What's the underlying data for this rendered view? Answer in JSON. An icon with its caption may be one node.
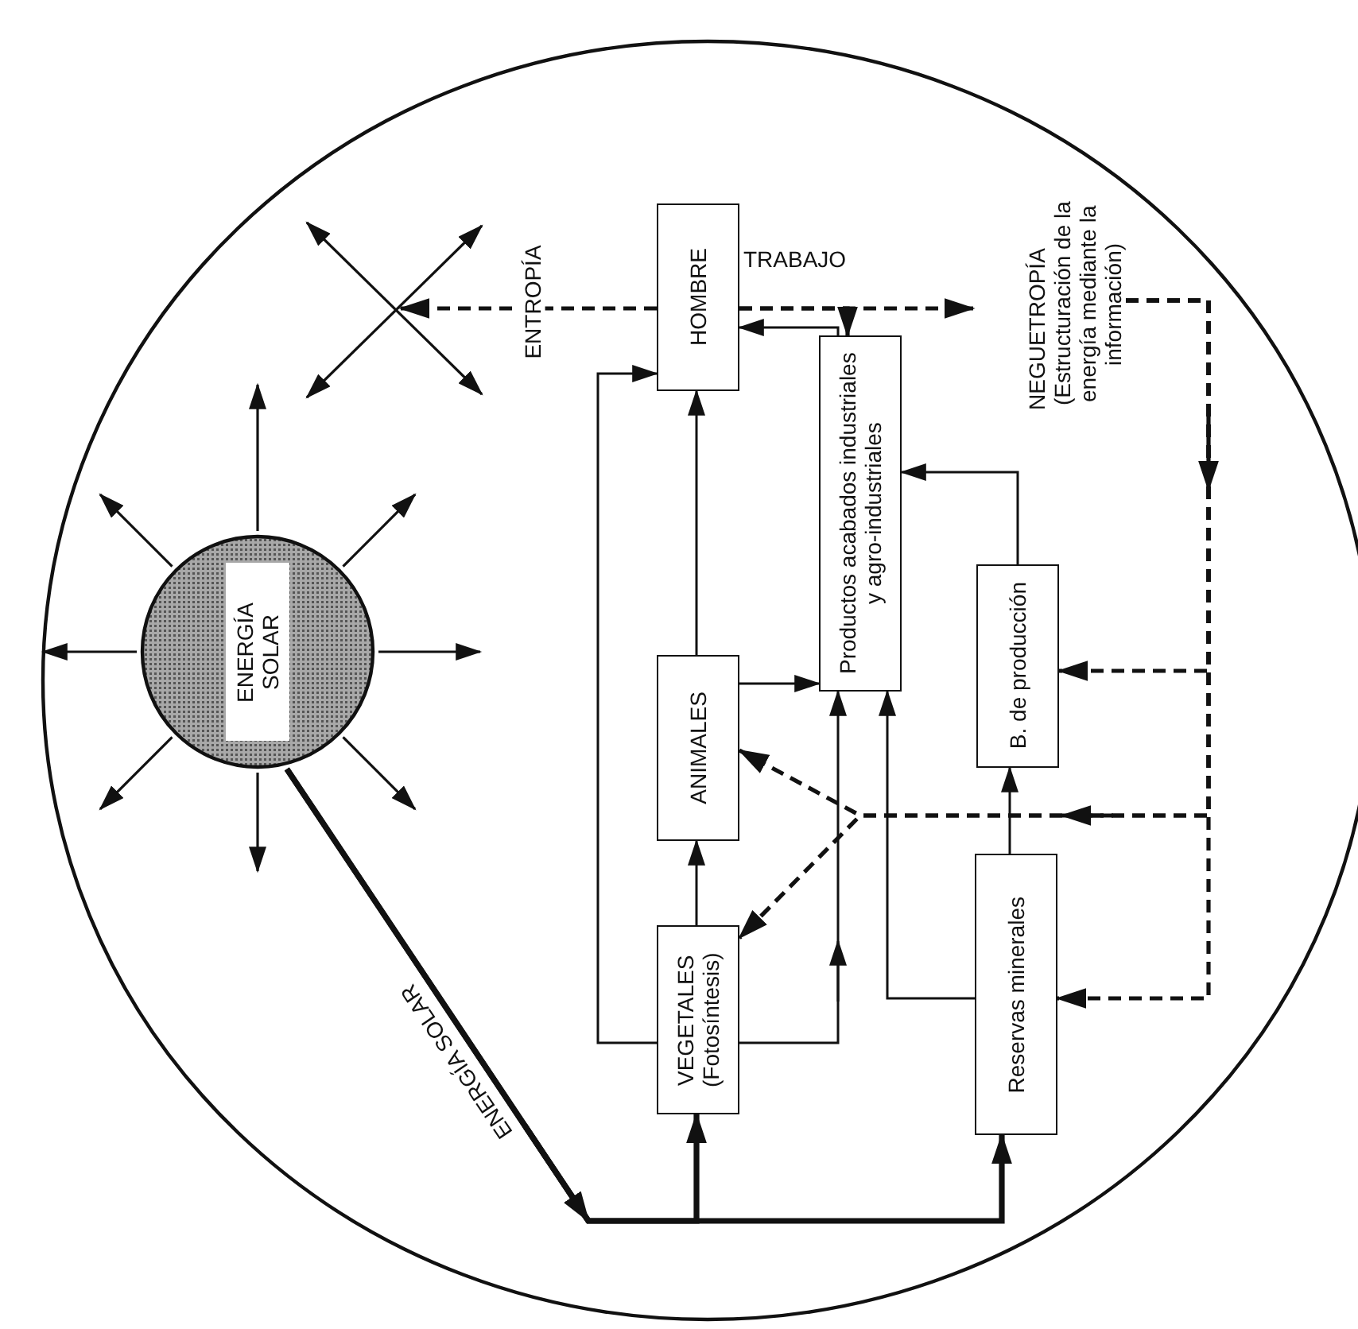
{
  "diagram": {
    "nodes": [
      {
        "text": [
          "ENERGÍA SOLAR"
        ]
      },
      {
        "text": [
          "HOMBRE"
        ]
      },
      {
        "text": [
          "Productos acabados industriales y agro-industriales"
        ]
      },
      {
        "text": [
          "NEGUETROPÍA",
          "(Estructuración de la energía mediante la información)"
        ]
      },
      {
        "text": [
          "ANIMALES"
        ]
      },
      {
        "text": [
          "B. de producción"
        ]
      },
      {
        "text": [
          "VEGETALES (Fotosíntesis)"
        ]
      },
      {
        "text": [
          "Reservas minerales"
        ]
      }
    ],
    "edges": [
      {
        "from": 1,
        "to": null,
        "arrow": "to",
        "label": "ENTROPÍA",
        "style": "dashed"
      },
      {
        "from": 1,
        "to": 3,
        "arrow": "to",
        "label": "TRABAJO",
        "style": "dashed"
      },
      {
        "from": 1,
        "to": 2,
        "arrow": "to",
        "style": "dashed"
      },
      {
        "from": 2,
        "to": 1,
        "arrow": "to"
      },
      {
        "from": 4,
        "to": 1,
        "arrow": "to"
      },
      {
        "from": 6,
        "to": 4,
        "arrow": "to"
      },
      {
        "from": 6,
        "to": 1,
        "arrow": "to"
      },
      {
        "from": 6,
        "to": 2,
        "arrow": "to"
      },
      {
        "from": 4,
        "to": 2,
        "arrow": "to"
      },
      {
        "from": 7,
        "to": 2,
        "arrow": "to"
      },
      {
        "from": 7,
        "to": 5,
        "arrow": "to"
      },
      {
        "from": 5,
        "to": 2,
        "arrow": "to"
      },
      {
        "from": 3,
        "to": 5,
        "arrow": "to",
        "style": "dashed"
      },
      {
        "from": 3,
        "to": 4,
        "arrow": "to",
        "style": "dashed"
      },
      {
        "from": 3,
        "to": 6,
        "arrow": "to",
        "style": "dashed"
      },
      {
        "from": 3,
        "to": 7,
        "arrow": "to",
        "style": "dashed"
      },
      {
        "from": 0,
        "to": 6,
        "arrow": "to",
        "label": "ENERGÍA SOLAR",
        "style": "thick"
      },
      {
        "from": 0,
        "to": 7,
        "arrow": "to",
        "style": "thick"
      }
    ]
  }
}
